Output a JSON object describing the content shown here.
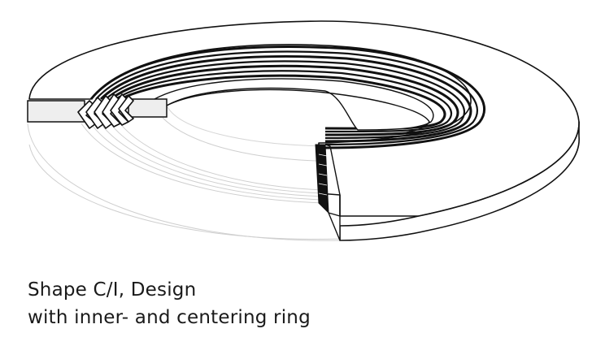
{
  "caption": {
    "line1": "Shape C/I, Design",
    "line2": "with inner- and centering ring"
  },
  "colors": {
    "stroke": "#111111",
    "ghost": "#cfcfcf",
    "fill": "#ffffff",
    "cut_face": "#eeeeee"
  },
  "icons": {
    "gasket_illustration": "spiral-wound-gasket-cutaway"
  }
}
